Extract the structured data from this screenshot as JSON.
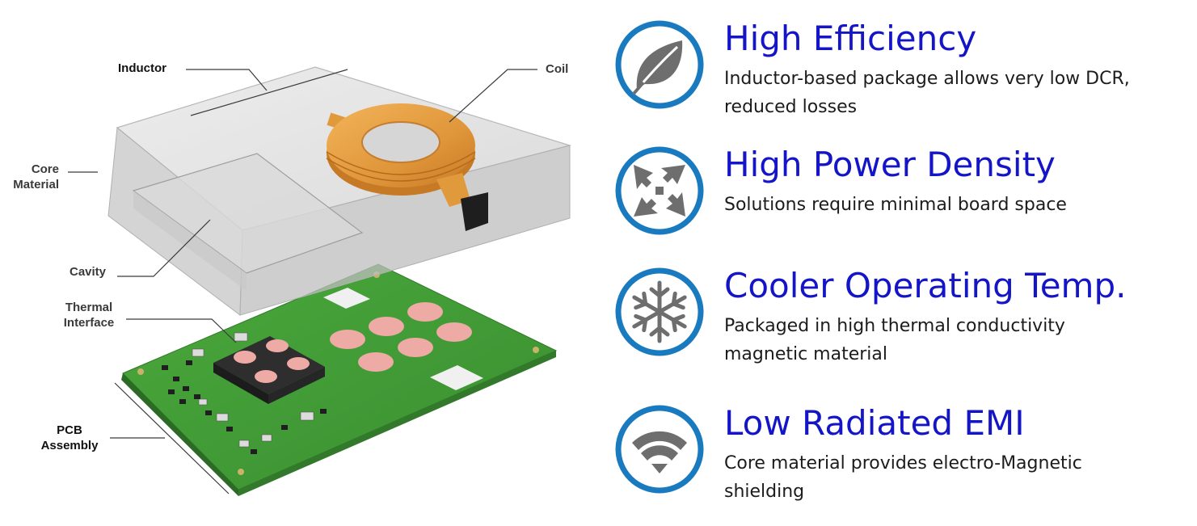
{
  "diagram": {
    "labels": {
      "inductor": "Inductor",
      "coil": "Coil",
      "core_material_line1": "Core",
      "core_material_line2": "Material",
      "cavity": "Cavity",
      "thermal_interface_line1": "Thermal",
      "thermal_interface_line2": "Interface",
      "pcb_assembly_line1": "PCB",
      "pcb_assembly_line2": "Assembly"
    },
    "colors": {
      "core": "#d3d3d3",
      "coil": "#e09a3c",
      "pcb": "#3f9b35",
      "pad": "#eeaaa5",
      "chip": "#2e2e2e"
    }
  },
  "features": [
    {
      "icon": "leaf-icon",
      "title": "High Efficiency",
      "description_line1": "Inductor-based package allows very low DCR,",
      "description_line2": "reduced losses"
    },
    {
      "icon": "compress-arrows-icon",
      "title": "High Power Density",
      "description_line1": "Solutions require minimal board space",
      "description_line2": ""
    },
    {
      "icon": "snowflake-icon",
      "title": "Cooler Operating Temp.",
      "description_line1": "Packaged in high thermal conductivity",
      "description_line2": "magnetic material"
    },
    {
      "icon": "wifi-icon",
      "title": "Low Radiated EMI",
      "description_line1": "Core material provides electro-Magnetic",
      "description_line2": "shielding"
    }
  ],
  "theme": {
    "badge_ring": "#1a7abf",
    "icon_gray": "#6e6e6e",
    "title_color": "#1515c8"
  }
}
